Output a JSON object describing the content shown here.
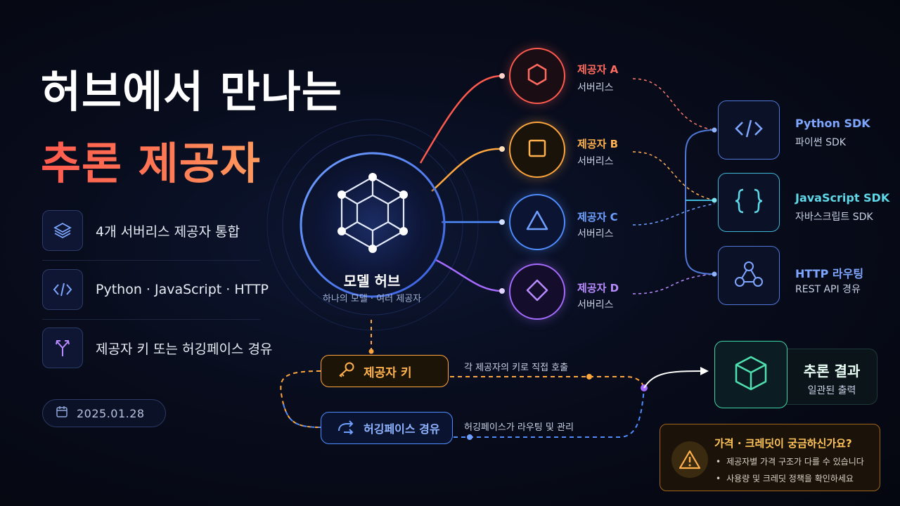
{
  "title": {
    "line1": "허브에서 만나는",
    "line2": "추론 제공자"
  },
  "features": [
    {
      "icon": "layers-icon",
      "text": "4개 서버리스 제공자 통합"
    },
    {
      "icon": "code-icon",
      "text": "Python · JavaScript · HTTP"
    },
    {
      "icon": "fork-icon",
      "text": "제공자 키 또는 허깅페이스 경유"
    }
  ],
  "date": "2025.01.28",
  "hub": {
    "label": "모델 허브",
    "sub": "하나의 모델 · 여러 제공자",
    "icon": "hexagon-network-icon"
  },
  "providers": [
    {
      "name": "제공자 A",
      "sub": "서버리스",
      "icon": "hexagon-icon",
      "color": "#ff5a4e"
    },
    {
      "name": "제공자 B",
      "sub": "서버리스",
      "icon": "square-icon",
      "color": "#ffa63d"
    },
    {
      "name": "제공자 C",
      "sub": "서버리스",
      "icon": "triangle-icon",
      "color": "#4f8dff"
    },
    {
      "name": "제공자 D",
      "sub": "서버리스",
      "icon": "diamond-icon",
      "color": "#a56bff"
    }
  ],
  "sdks": [
    {
      "name": "Python SDK",
      "sub": "파이썬 SDK",
      "icon": "code-brackets-icon",
      "color": "#5b8cff"
    },
    {
      "name": "JavaScript SDK",
      "sub": "자바스크립트 SDK",
      "icon": "curly-braces-icon",
      "color": "#3fd0e0"
    },
    {
      "name": "HTTP 라우팅",
      "sub": "REST API 경유",
      "icon": "network-graph-icon",
      "color": "#5b8cff"
    }
  ],
  "routes": {
    "provider_key": {
      "label": "제공자 키",
      "note": "각 제공자의 키로 직접 호출",
      "icon": "key-icon",
      "color": "#ffa63d"
    },
    "hf_route": {
      "label": "허깅페이스 경유",
      "note": "허깅페이스가 라우팅 및 관리",
      "icon": "route-arrow-icon",
      "color": "#4f8dff"
    }
  },
  "result": {
    "title": "추론 결과",
    "sub": "일관된 출력",
    "icon": "cube-icon",
    "color": "#3fd6a5"
  },
  "notice": {
    "title": "가격 · 크레딧이 궁금하신가요?",
    "items": [
      "제공자별 가격 구조가 다를 수 있습니다",
      "사용량 및 크레딧 정책을 확인하세요"
    ],
    "icon": "warning-icon"
  }
}
